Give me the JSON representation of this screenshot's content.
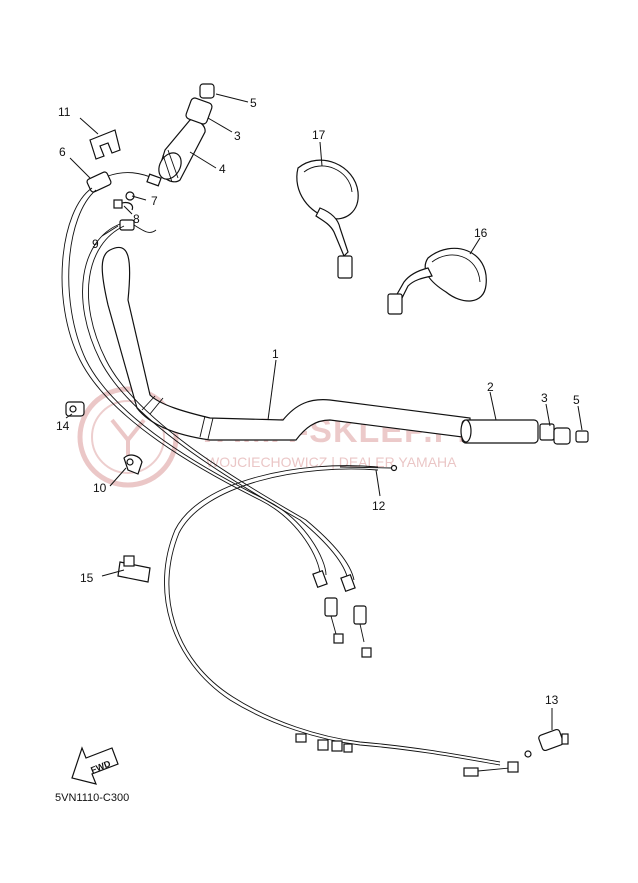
{
  "watermark": {
    "main": "YAMA-SKLEP.PL",
    "sub": "WOJCIECHOWICZ | DEALER YAMAHA"
  },
  "fwd_label": "FWD",
  "diagram_code": "5VN1110-C300",
  "callouts": {
    "p1": "1",
    "p2": "2",
    "p3a": "3",
    "p3b": "3",
    "p4": "4",
    "p5a": "5",
    "p5b": "5",
    "p6": "6",
    "p7": "7",
    "p8": "8",
    "p9": "9",
    "p10": "10",
    "p11": "11",
    "p12": "12",
    "p13": "13",
    "p14": "14",
    "p15": "15",
    "p16": "16",
    "p17": "17"
  },
  "icons": {
    "watermark_logo": "yamaha-tuning-fork-logo-icon",
    "direction": "fwd-arrow-icon"
  },
  "colors": {
    "line": "#111111",
    "watermark": "#e6b9b9",
    "background": "#ffffff"
  }
}
